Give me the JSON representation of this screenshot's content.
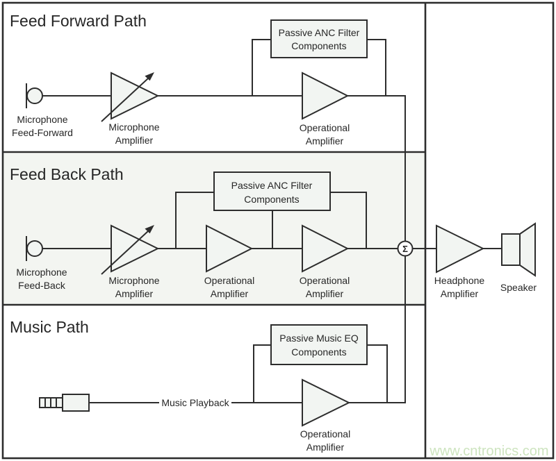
{
  "sections": {
    "feed_forward": {
      "title": "Feed Forward Path",
      "mic_label": [
        "Microphone",
        "Feed-Forward"
      ],
      "mic_amp_label": [
        "Microphone",
        "Amplifier"
      ],
      "filter_box": [
        "Passive ANC Filter",
        "Components"
      ],
      "opamp_label": [
        "Operational",
        "Amplifier"
      ]
    },
    "feed_back": {
      "title": "Feed Back Path",
      "mic_label": [
        "Microphone",
        "Feed-Back"
      ],
      "mic_amp_label": [
        "Microphone",
        "Amplifier"
      ],
      "filter_box": [
        "Passive ANC Filter",
        "Components"
      ],
      "opamp1_label": [
        "Operational",
        "Amplifier"
      ],
      "opamp2_label": [
        "Operational",
        "Amplifier"
      ]
    },
    "music": {
      "title": "Music Path",
      "playback_label": "Music Playback",
      "eq_box": [
        "Passive Music EQ",
        "Components"
      ],
      "opamp_label": [
        "Operational",
        "Amplifier"
      ]
    },
    "output": {
      "summation_symbol": "Σ",
      "headphone_amp_label": [
        "Headphone",
        "Amplifier"
      ],
      "speaker_label": "Speaker"
    }
  },
  "watermark": "www.cntronics.com",
  "colors": {
    "line": "#2d2d2d",
    "fill": "#f2f5f2",
    "section_fill": "#f3f5f1",
    "text": "#262626",
    "watermark": "#cde4bf",
    "background": "#ffffff"
  }
}
